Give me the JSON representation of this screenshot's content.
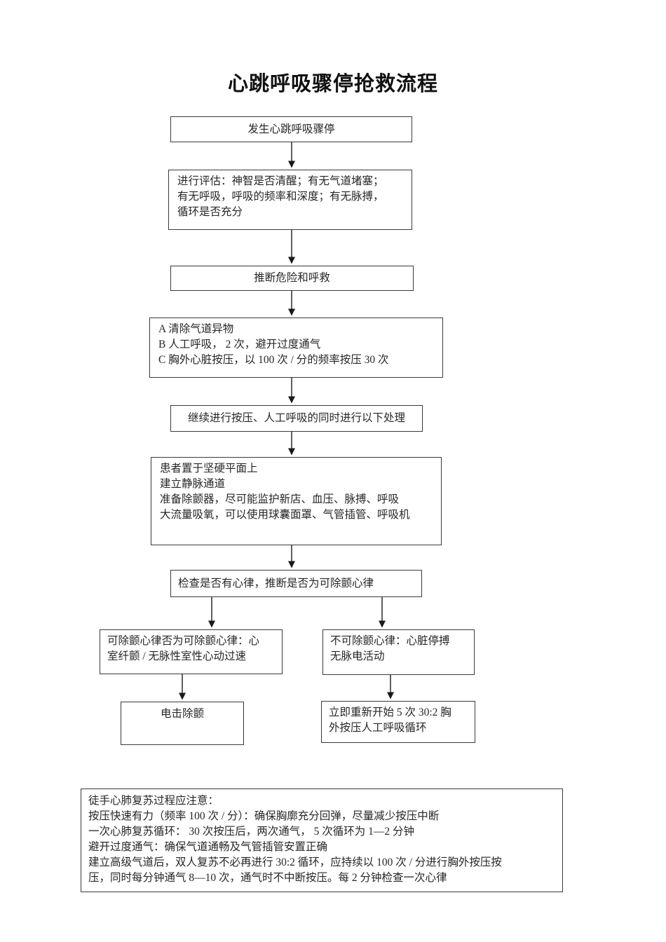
{
  "page": {
    "title": "心跳呼吸骤停抢救流程"
  },
  "colors": {
    "background": "#ffffff",
    "box_border": "#3a3a3a",
    "text": "#262626",
    "arrow": "#1a1a1a"
  },
  "flowchart": {
    "type": "flowchart",
    "nodes": {
      "start": {
        "lines": [
          "发生心跳呼吸骤停"
        ]
      },
      "assess": {
        "lines": [
          "进行评估：神智是否清醒；有无气道堵塞；",
          "有无呼吸，呼吸的频率和深度；有无脉搏，",
          "循环是否充分"
        ]
      },
      "judge_call": {
        "lines": [
          "推断危险和呼救"
        ]
      },
      "abc": {
        "lines": [
          "A 清除气道异物",
          "B 人工呼吸， 2 次，避开过度通气",
          "C 胸外心脏按压，以 100 次 / 分的频率按压 30 次"
        ]
      },
      "continue_cpr": {
        "lines": [
          "继续进行按压、人工呼吸的同时进行以下处理"
        ]
      },
      "prepare": {
        "lines": [
          "患者置于坚硬平面上",
          "建立静脉通道",
          "准备除颤器，尽可能监护新店、血压、脉搏、呼吸",
          "大流量吸氧，可以使用球囊面罩、气管插管、呼吸机"
        ]
      },
      "check_rhythm": {
        "lines": [
          "检查是否有心律，推断是否为可除颤心律"
        ]
      },
      "shockable": {
        "lines": [
          "可除颤心律否为可除颤心律：心",
          "室纤颤 / 无脉性室性心动过速"
        ]
      },
      "non_shockable": {
        "lines": [
          "不可除颤心律：心脏停搏",
          "无脉电活动"
        ]
      },
      "defibrillate": {
        "lines": [
          "电击除颤"
        ]
      },
      "restart_cpr": {
        "lines": [
          "立即重新开始 5 次 30:2 胸",
          "外按压人工呼吸循环"
        ]
      }
    },
    "edges": [
      "start→assess",
      "assess→judge_call",
      "judge_call→abc",
      "abc→continue_cpr",
      "continue_cpr→prepare",
      "prepare→check_rhythm",
      "check_rhythm→shockable",
      "check_rhythm→non_shockable",
      "shockable→defibrillate",
      "non_shockable→restart_cpr"
    ],
    "notes": {
      "lines": [
        "徒手心肺复苏过程应注意：",
        "按压快速有力（频率 100 次 / 分）：确保胸廓充分回弹，尽量减少按压中断",
        "一次心肺复苏循环： 30 次按压后，两次通气， 5 次循环为 1—2 分钟",
        "避开过度通气：确保气道通畅及气管插管安置正确",
        "建立高级气道后，双人复苏不必再进行 30:2 循环，应持续以 100 次 / 分进行胸外按压按",
        "压，同时每分钟通气 8—10 次，通气时不中断按压。每 2 分钟检查一次心律"
      ]
    }
  }
}
